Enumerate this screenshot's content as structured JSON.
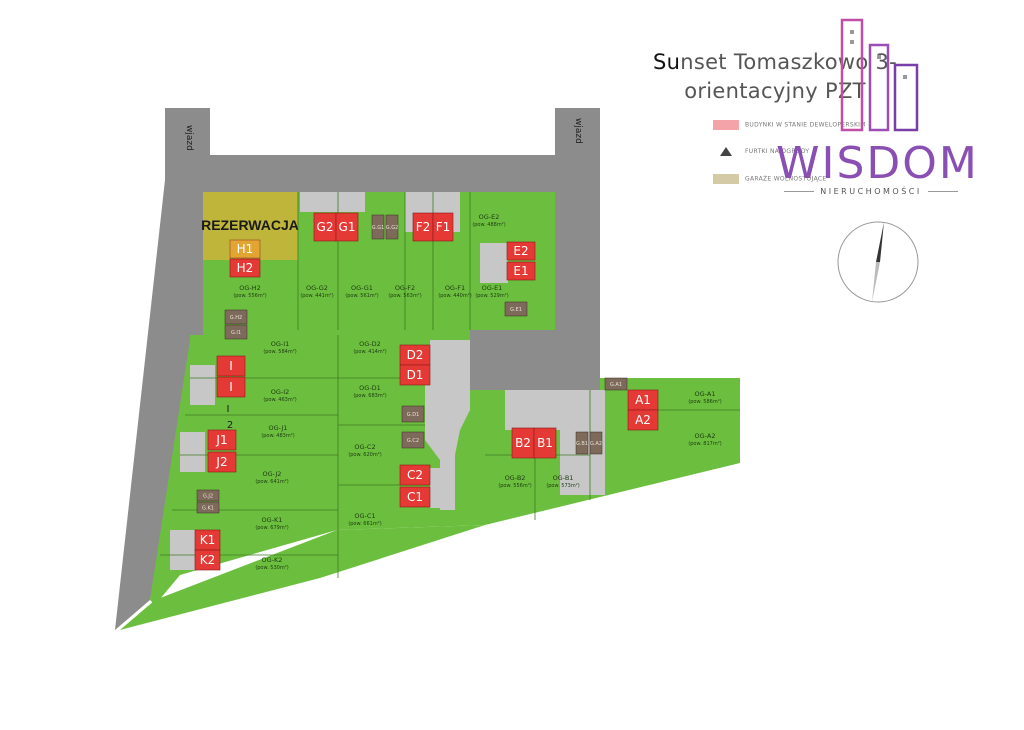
{
  "title": {
    "prefix": "Su",
    "line1_rest": "nset Tomaszkowo 3-",
    "line2": "orientacyjny PZT"
  },
  "legend": [
    {
      "label": "BUDYNKI W STANIE DEWELOPERSKIM",
      "color": "#f4a3a8"
    },
    {
      "label": "FURTKI NA OGRODY",
      "color": "#555555"
    },
    {
      "label": "GARAŻE WOLNOSTOJĄCE",
      "color": "#d4cba6"
    }
  ],
  "brand": {
    "name": "WISDOM",
    "sub": "NIERUCHOMOŚCI"
  },
  "road_labels": [
    "wjazd",
    "wjazd"
  ],
  "reservation": {
    "label": "REZERWACJA"
  },
  "colors": {
    "road": "#8c8c8c",
    "lawn": "#6cbf3e",
    "house": "#e53935",
    "garage": "#7d6a5a",
    "parking": "#d9d9d9",
    "pavement": "#c7c7c7",
    "reserved": "#c8b43a",
    "outline": "#3e7a24"
  },
  "plots": [
    {
      "name": "OG-H2",
      "area": "(pow. 556m²)"
    },
    {
      "name": "OG-G2",
      "area": "(pow. 441m²)"
    },
    {
      "name": "OG-G1",
      "area": "(pow. 561m²)"
    },
    {
      "name": "OG-F2",
      "area": "(pow. 563m²)"
    },
    {
      "name": "OG-F1",
      "area": "(pow. 440m²)"
    },
    {
      "name": "OG-E1",
      "area": "(pow. 529m²)"
    },
    {
      "name": "OG-E2",
      "area": "(pow. 488m²)"
    },
    {
      "name": "OG-I1",
      "area": "(pow. 584m²)"
    },
    {
      "name": "OG-I2",
      "area": "(pow. 463m²)"
    },
    {
      "name": "OG-J1",
      "area": "(pow. 483m²)"
    },
    {
      "name": "OG-J2",
      "area": "(pow. 641m²)"
    },
    {
      "name": "OG-K1",
      "area": "(pow. 679m²)"
    },
    {
      "name": "OG-K2",
      "area": "(pow. 530m²)"
    },
    {
      "name": "OG-D2",
      "area": "(pow. 414m²)"
    },
    {
      "name": "OG-D1",
      "area": "(pow. 683m²)"
    },
    {
      "name": "OG-C2",
      "area": "(pow. 620m²)"
    },
    {
      "name": "OG-C1",
      "area": "(pow. 661m²)"
    },
    {
      "name": "OG-B2",
      "area": "(pow. 556m²)"
    },
    {
      "name": "OG-B1",
      "area": "(pow. 573m²)"
    },
    {
      "name": "OG-A1",
      "area": "(pow. 586m²)"
    },
    {
      "name": "OG-A2",
      "area": "(pow. 817m²)"
    }
  ],
  "houses": [
    "H1",
    "H2",
    "G2",
    "G1",
    "F2",
    "F1",
    "E2",
    "E1",
    "I",
    "I",
    "J1",
    "J2",
    "K1",
    "K2",
    "D2",
    "D1",
    "C2",
    "C1",
    "B2",
    "B1",
    "A1",
    "A2"
  ],
  "garages": [
    "G.H2",
    "G.I1",
    "G.E1",
    "G.G1",
    "G.G2",
    "G.J2",
    "G.K1",
    "G.D1",
    "G.C2",
    "G.B1",
    "G.A2",
    "G.A1"
  ],
  "misc_labels": [
    "I",
    "2"
  ]
}
